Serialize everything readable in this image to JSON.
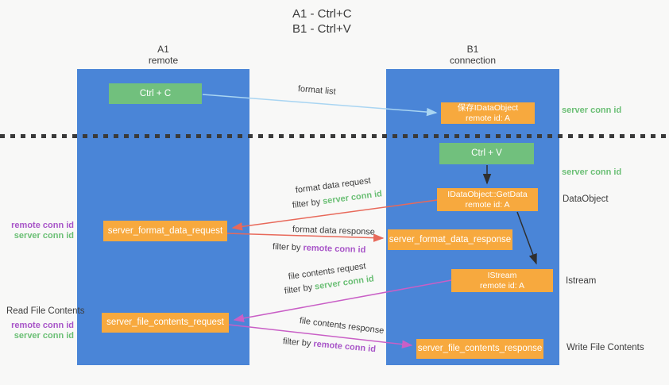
{
  "title": {
    "line1": "A1 - Ctrl+C",
    "line2": "B1 - Ctrl+V"
  },
  "columns": {
    "a1": {
      "header_line1": "A1",
      "header_line2": "remote"
    },
    "b1": {
      "header_line1": "B1",
      "header_line2": "connection"
    }
  },
  "nodes": {
    "ctrl_c": {
      "label": "Ctrl + C"
    },
    "ctrl_v": {
      "label": "Ctrl + V"
    },
    "save_idataobject": {
      "line1": "保存IDataObject",
      "line2": "remote id: A"
    },
    "idataobject_getdata": {
      "line1": "IDataObject::GetData",
      "line2": "remote id: A"
    },
    "istream": {
      "line1": "IStream",
      "line2": "remote id: A"
    },
    "server_format_data_request": {
      "label": "server_format_data_request"
    },
    "server_format_data_response": {
      "label": "server_format_data_response"
    },
    "server_file_contents_request": {
      "label": "server_file_contents_request"
    },
    "server_file_contents_response": {
      "label": "server_file_contents_response"
    }
  },
  "side_labels": {
    "server_conn_id_top": "server conn id",
    "server_conn_id_mid": "server conn id",
    "dataobject": "DataObject",
    "istream": "Istream",
    "write_file_contents": "Write File Contents",
    "read_file_contents": "Read File Contents",
    "remote_conn_id_left1": "remote conn id",
    "server_conn_id_left1": "server conn id",
    "remote_conn_id_left2": "remote conn id",
    "server_conn_id_left2": "server conn id"
  },
  "arrow_labels": {
    "format_list": "format list",
    "format_data_request": "format data request",
    "filter_by_prefix1": "filter by ",
    "filter_by_value1": "server conn id",
    "format_data_response": "format data response",
    "filter_by_prefix2": "filter by ",
    "filter_by_value2": "remote conn id",
    "file_contents_request": "file contents request",
    "filter_by_prefix3": "filter by ",
    "filter_by_value3": "server conn id",
    "file_contents_response": "file contents response",
    "filter_by_prefix4": "filter by ",
    "filter_by_value4": "remote conn id"
  },
  "colors": {
    "column_blue": "#4a85d7",
    "box_green": "#71c07d",
    "box_orange": "#f7a93e",
    "green_text": "#6bbf75",
    "purple_text": "#a855c8",
    "arrow_red": "#e8695a",
    "arrow_magenta": "#c95fc6",
    "arrow_light_blue": "#a9d5f2",
    "arrow_black": "#2f2f2f",
    "dark_text": "#3b3b3b"
  }
}
